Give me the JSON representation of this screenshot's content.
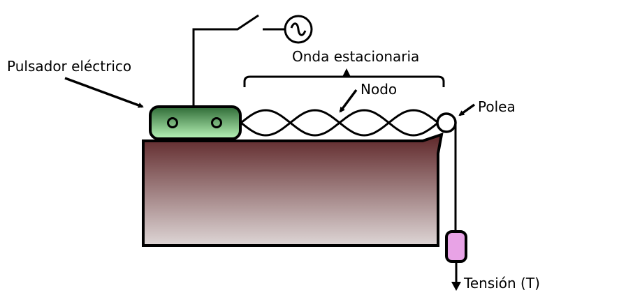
{
  "labels": {
    "vibrator": "Pulsador eléctrico",
    "standing_wave": "Onda estacionaria",
    "node": "Nodo",
    "pulley": "Polea",
    "tension": "Tensión (T)"
  },
  "colors": {
    "vibrator_top": "#2f6b36",
    "vibrator_bottom": "#b8f5b8",
    "table_top": "#5e2628",
    "table_bottom": "#ded6d6",
    "weight": "#e8a3e6",
    "stroke": "#000000"
  },
  "wave": {
    "loops": 4
  }
}
